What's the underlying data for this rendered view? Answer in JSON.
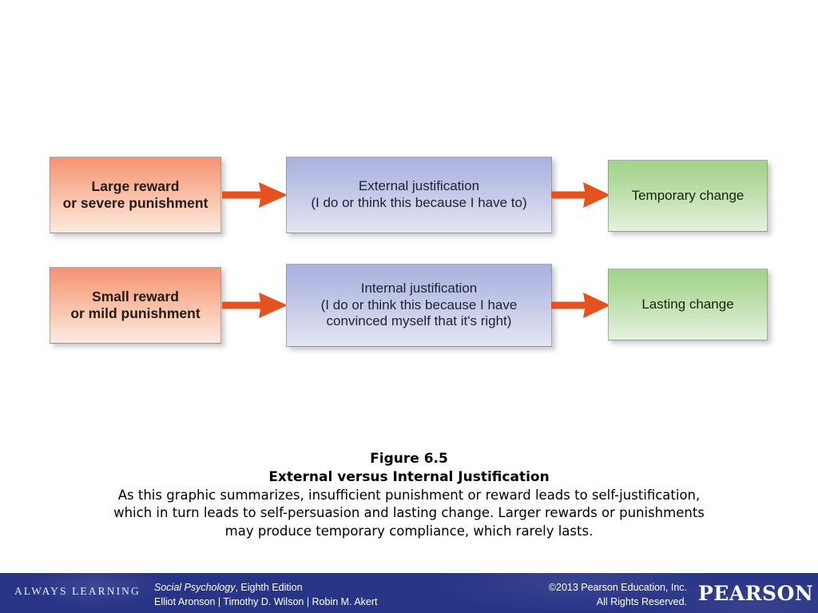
{
  "slide": {
    "background_color": "#ffffff"
  },
  "diagram": {
    "type": "flow-diagram",
    "arrow_color": "#e6521f",
    "rows": [
      {
        "row_id": "row-external",
        "cause": {
          "label": "Large reward\nor severe punishment",
          "line1": "Large reward",
          "line2": "or severe punishment",
          "color": "#f6a083"
        },
        "mediator": {
          "line1": "External justification",
          "line2": "(I do or think this because I have to)",
          "color": "#b0b7e1"
        },
        "outcome": {
          "label": "Temporary change",
          "color": "#a8d691"
        }
      },
      {
        "row_id": "row-internal",
        "cause": {
          "label": "Small reward\nor mild punishment",
          "line1": "Small reward",
          "line2": "or mild punishment",
          "color": "#f6a083"
        },
        "mediator": {
          "line1": "Internal justification",
          "line2": "(I do or think this because I have",
          "line3": "convinced myself that it's right)",
          "color": "#b0b7e1"
        },
        "outcome": {
          "label": "Lasting change",
          "color": "#a8d691"
        }
      }
    ]
  },
  "caption": {
    "figure_number": "Figure 6.5",
    "figure_title": "External versus Internal Justification",
    "body_line1": "As this graphic summarizes, insufficient punishment or reward leads to self-justification,",
    "body_line2": "which in turn leads to self-persuasion and lasting change. Larger rewards or punishments",
    "body_line3": "may produce temporary compliance, which rarely lasts."
  },
  "footer": {
    "background_color": "#283486",
    "always_learning": "ALWAYS LEARNING",
    "book_title": "Social Psychology",
    "book_edition": ", Eighth Edition",
    "authors": "Elliot Aronson | Timothy D. Wilson | Robin M. Akert",
    "copyright_line1": "©2013 Pearson Education, Inc.",
    "copyright_line2": "All Rights Reserved.",
    "brand": "PEARSON"
  }
}
